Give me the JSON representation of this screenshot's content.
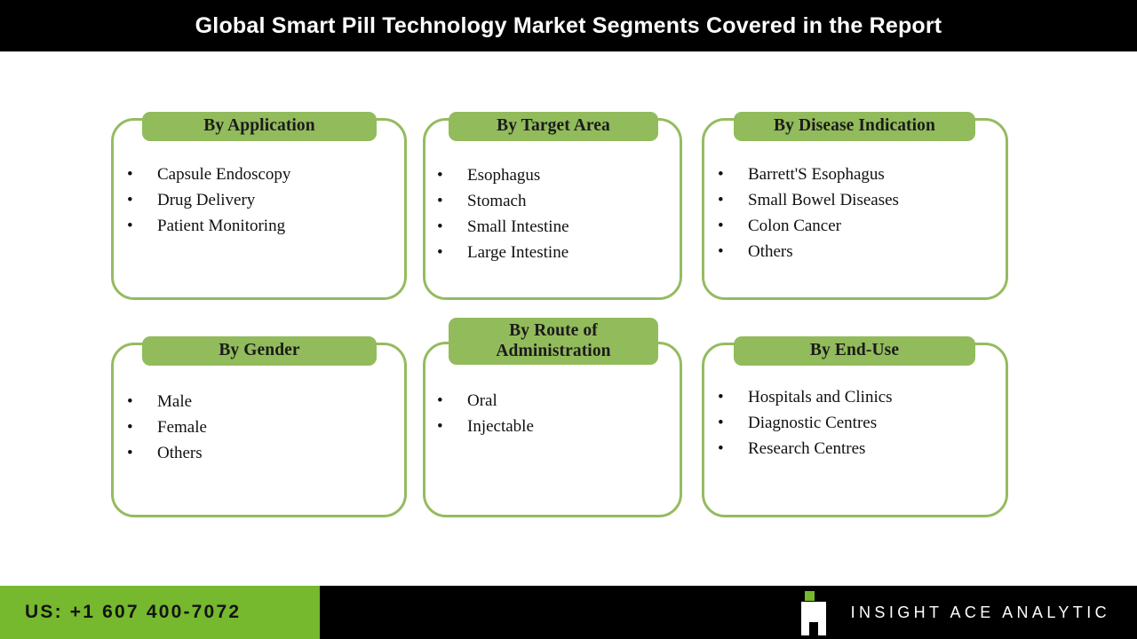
{
  "title": {
    "text": "Global Smart Pill Technology Market Segments Covered in the Report"
  },
  "theme": {
    "header_green": "#92bb5c",
    "border_green": "#95bb60",
    "footer_green": "#76b82e",
    "bar_black": "#000000",
    "text_dark": "#111111",
    "text_light": "#ffffff"
  },
  "bullet_glyph": "•",
  "cards": [
    {
      "id": "by-application",
      "header": "By Application",
      "items": [
        "Capsule Endoscopy",
        "Drug Delivery",
        "Patient Monitoring"
      ]
    },
    {
      "id": "by-target-area",
      "header": "By Target Area",
      "items": [
        "Esophagus",
        "Stomach",
        "Small Intestine",
        "Large Intestine"
      ]
    },
    {
      "id": "by-disease-indication",
      "header": "By Disease Indication",
      "items": [
        "Barrett'S Esophagus",
        "Small Bowel Diseases",
        "Colon Cancer",
        "Others"
      ]
    },
    {
      "id": "by-gender",
      "header": "By Gender",
      "items": [
        "Male",
        "Female",
        "Others"
      ]
    },
    {
      "id": "by-route-of-administration",
      "header": "By Route of Administration",
      "header_line1": "By Route of",
      "header_line2": "Administration",
      "items": [
        "Oral",
        "Injectable"
      ]
    },
    {
      "id": "by-end-use",
      "header": "By End-Use",
      "items": [
        "Hospitals and Clinics",
        "Diagnostic Centres",
        "Research Centres"
      ]
    }
  ],
  "footer": {
    "phone": "US: +1 607 400-7072",
    "brand_name": "INSIGHT ACE ANALYTIC",
    "logo_icon": "insight-ace-a-mark-icon"
  }
}
